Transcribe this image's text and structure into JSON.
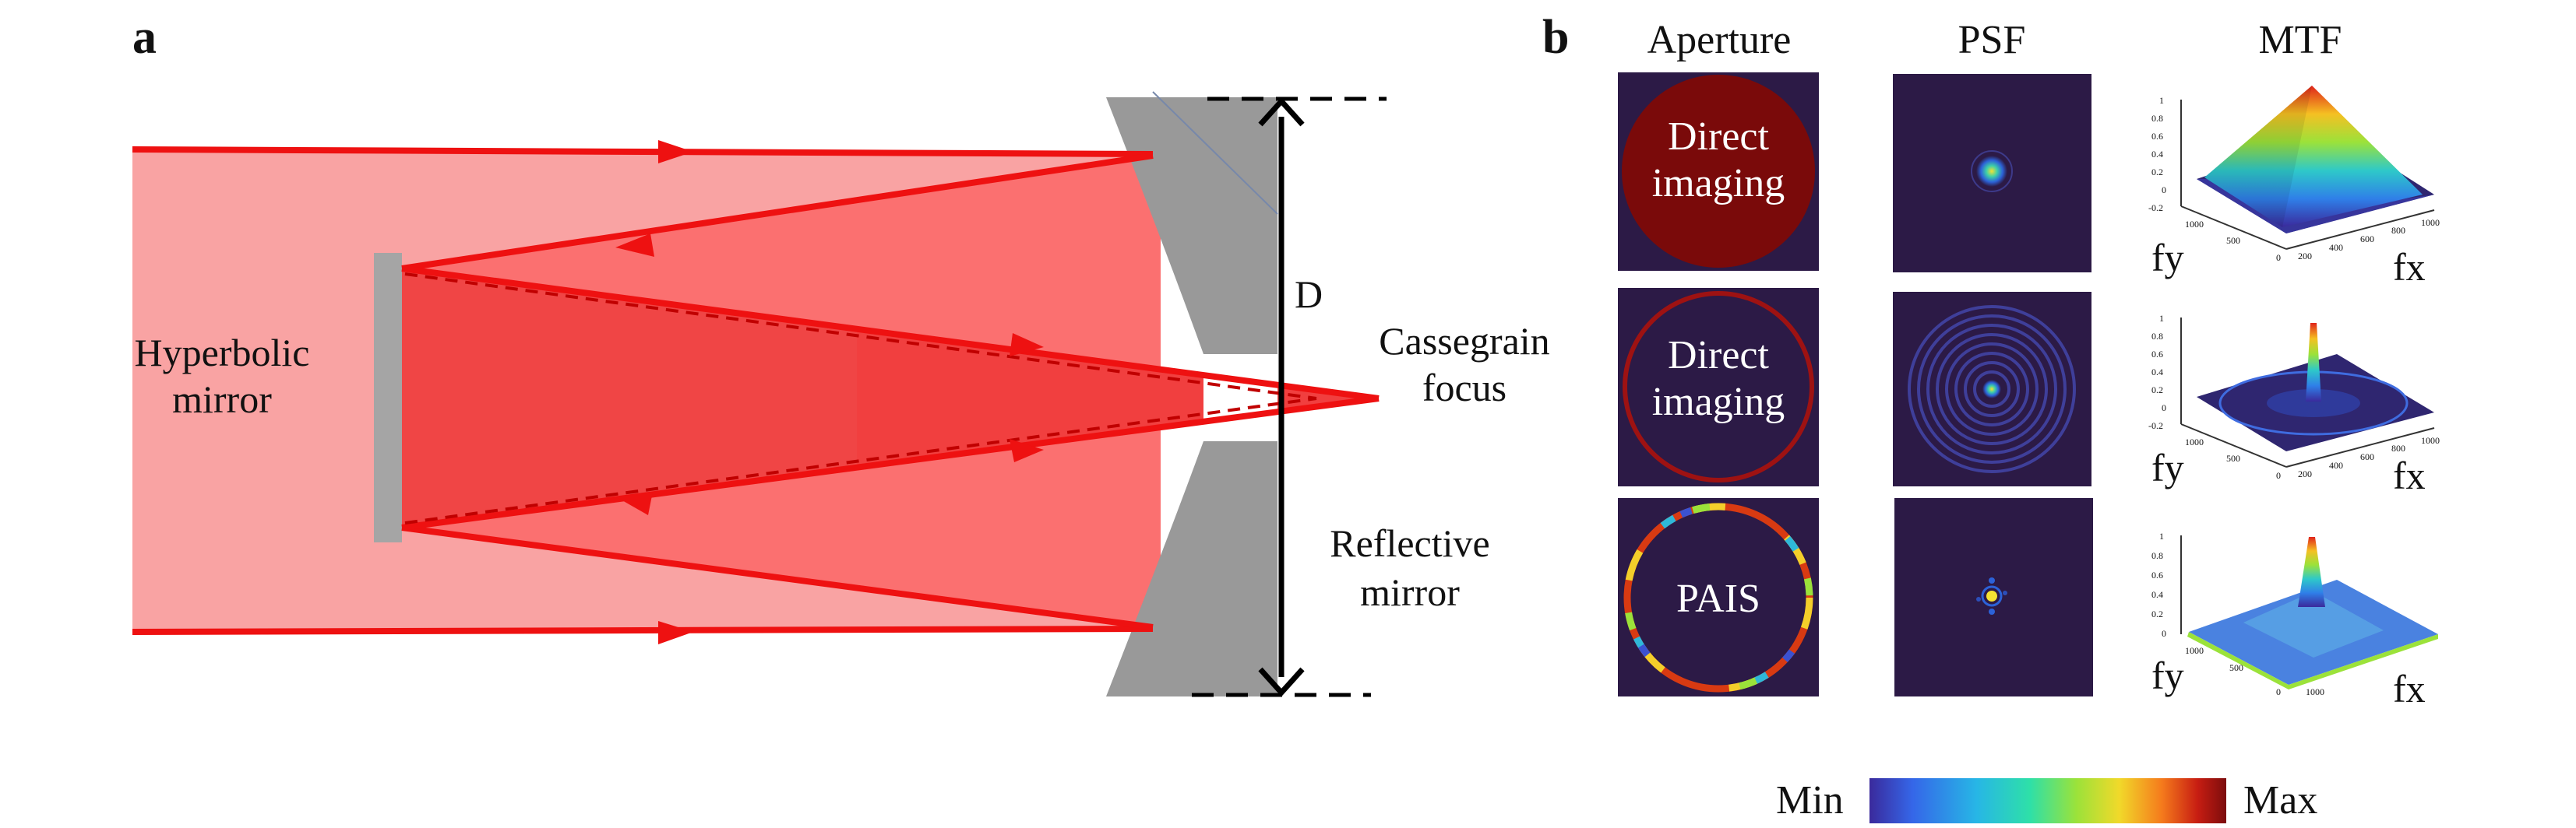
{
  "panel_a": {
    "label": "a",
    "secondary_mirror_label": [
      "Hyperbolic",
      "mirror"
    ],
    "focus_label": [
      "Cassegrain",
      "focus"
    ],
    "primary_mirror_label": [
      "Reflective",
      "mirror"
    ],
    "diameter_label": "D"
  },
  "panel_b": {
    "label": "b",
    "column_headers": [
      "Aperture",
      "PSF",
      "MTF"
    ],
    "rows": [
      {
        "aperture_text": [
          "Direct",
          "imaging"
        ],
        "mtf_axes": {
          "y": "fy",
          "x": "fx"
        },
        "mtf_ticks_z": [
          "1",
          "0.8",
          "0.6",
          "0.4",
          "0.2",
          "0",
          "-0.2"
        ],
        "mtf_ticks_fy": [
          "1000",
          "500",
          "0"
        ],
        "mtf_ticks_fx": [
          "0",
          "200",
          "400",
          "600",
          "800",
          "1000"
        ]
      },
      {
        "aperture_text": [
          "Direct",
          "imaging"
        ],
        "mtf_axes": {
          "y": "fy",
          "x": "fx"
        },
        "mtf_ticks_z": [
          "1",
          "0.8",
          "0.6",
          "0.4",
          "0.2",
          "0",
          "-0.2"
        ],
        "mtf_ticks_fy": [
          "1000",
          "500",
          "0"
        ],
        "mtf_ticks_fx": [
          "0",
          "200",
          "400",
          "600",
          "800",
          "1000"
        ]
      },
      {
        "aperture_text": [
          "PAIS"
        ],
        "mtf_axes": {
          "y": "fy",
          "x": "fx"
        },
        "mtf_ticks_z": [
          "1",
          "0.8",
          "0.6",
          "0.4",
          "0.2",
          "0"
        ],
        "mtf_ticks_fy": [
          "1000",
          "500",
          "0"
        ],
        "mtf_ticks_fx": [
          "0",
          "1000"
        ]
      }
    ],
    "colorbar": {
      "min_label": "Min",
      "max_label": "Max"
    }
  },
  "colors": {
    "beam_outer": "#f9a3a3",
    "beam_inner": "#fb7070",
    "beam_core": "#f04545",
    "ray": "#ee1111",
    "mirror": "#999999",
    "panel_bg": "#2c1a46",
    "aperture_fill": "#7a0a0a"
  }
}
